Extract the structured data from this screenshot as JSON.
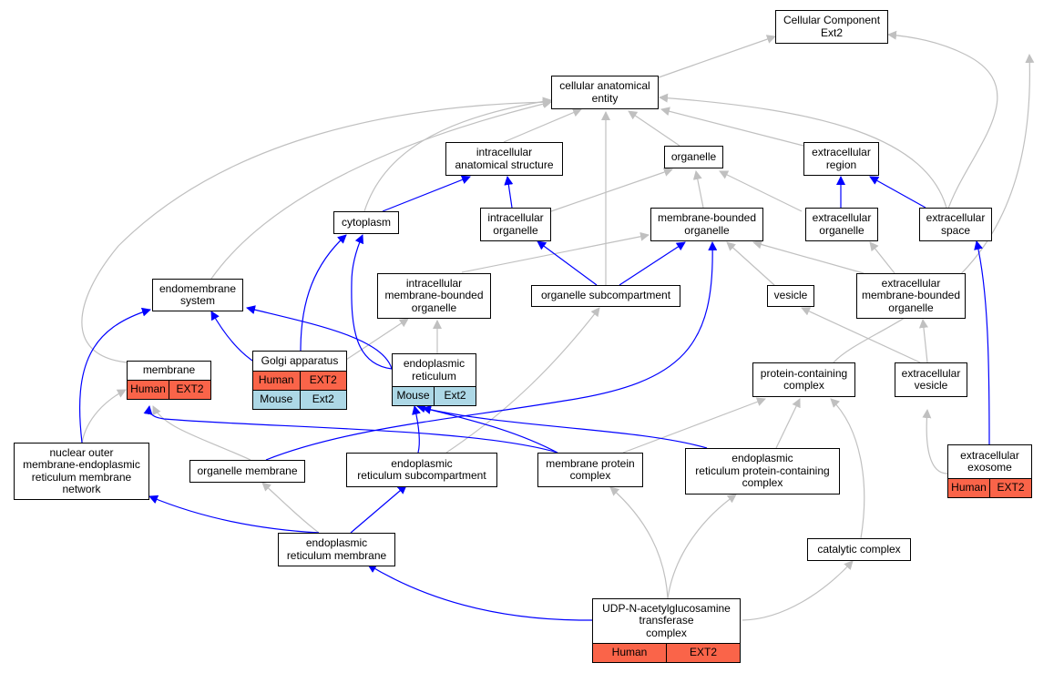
{
  "colors": {
    "is_a": "#c0c0c0",
    "part_of": "#0000ff",
    "human": "#fa6449",
    "mouse": "#add8e6"
  },
  "nodes": {
    "cc": {
      "label": "Cellular Component\nExt2"
    },
    "cae": {
      "label": "cellular anatomical\nentity"
    },
    "ias": {
      "label": "intracellular\nanatomical structure"
    },
    "organelle": {
      "label": "organelle"
    },
    "ecr": {
      "label": "extracellular\nregion"
    },
    "cytoplasm": {
      "label": "cytoplasm"
    },
    "io": {
      "label": "intracellular\norganelle"
    },
    "mbo": {
      "label": "membrane-bounded\norganelle"
    },
    "eco": {
      "label": "extracellular\norganelle"
    },
    "ecs": {
      "label": "extracellular\nspace"
    },
    "ems": {
      "label": "endomembrane\nsystem"
    },
    "imbo": {
      "label": "intracellular\nmembrane-bounded\norganelle"
    },
    "osc": {
      "label": "organelle subcompartment"
    },
    "vesicle": {
      "label": "vesicle"
    },
    "ecmbo": {
      "label": "extracellular\nmembrane-bounded\norganelle"
    },
    "golgi": {
      "label": "Golgi apparatus",
      "rows": [
        {
          "species": "Human",
          "gene": "EXT2"
        },
        {
          "species": "Mouse",
          "gene": "Ext2"
        }
      ]
    },
    "membrane": {
      "label": "membrane",
      "rows": [
        {
          "species": "Human",
          "gene": "EXT2"
        }
      ]
    },
    "er": {
      "label": "endoplasmic\nreticulum",
      "rows": [
        {
          "species": "Mouse",
          "gene": "Ext2"
        }
      ]
    },
    "pcc": {
      "label": "protein-containing\ncomplex"
    },
    "ecv": {
      "label": "extracellular\nvesicle"
    },
    "nom": {
      "label": "nuclear outer\nmembrane-endoplasmic\nreticulum membrane\nnetwork"
    },
    "om": {
      "label": "organelle membrane"
    },
    "ersc": {
      "label": "endoplasmic\nreticulum subcompartment"
    },
    "mpc": {
      "label": "membrane protein\ncomplex"
    },
    "erpc": {
      "label": "endoplasmic\nreticulum protein-containing\ncomplex"
    },
    "exosome": {
      "label": "extracellular\nexosome",
      "rows": [
        {
          "species": "Human",
          "gene": "EXT2"
        }
      ]
    },
    "erm": {
      "label": "endoplasmic\nreticulum membrane"
    },
    "cat": {
      "label": "catalytic complex"
    },
    "udp": {
      "label": "UDP-N-acetylglucosamine\ntransferase\ncomplex",
      "rows": [
        {
          "species": "Human",
          "gene": "EXT2"
        }
      ]
    }
  }
}
